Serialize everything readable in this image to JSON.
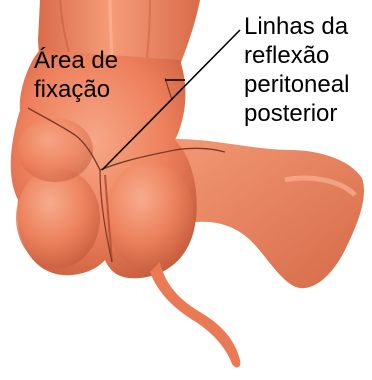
{
  "labels": {
    "fixation_area": {
      "line1": "Área de",
      "line2": "fixação"
    },
    "reflection_lines": {
      "line1": "Linhas da",
      "line2": "reflexão",
      "line3": "peritoneal",
      "line4": "posterior"
    }
  },
  "colors": {
    "tissue_main": "#ee7f5c",
    "tissue_light": "#f6a786",
    "tissue_dark": "#c85f3f",
    "reflection_line": "#7a3a26",
    "pointer_line": "#000000",
    "background": "#ffffff"
  }
}
